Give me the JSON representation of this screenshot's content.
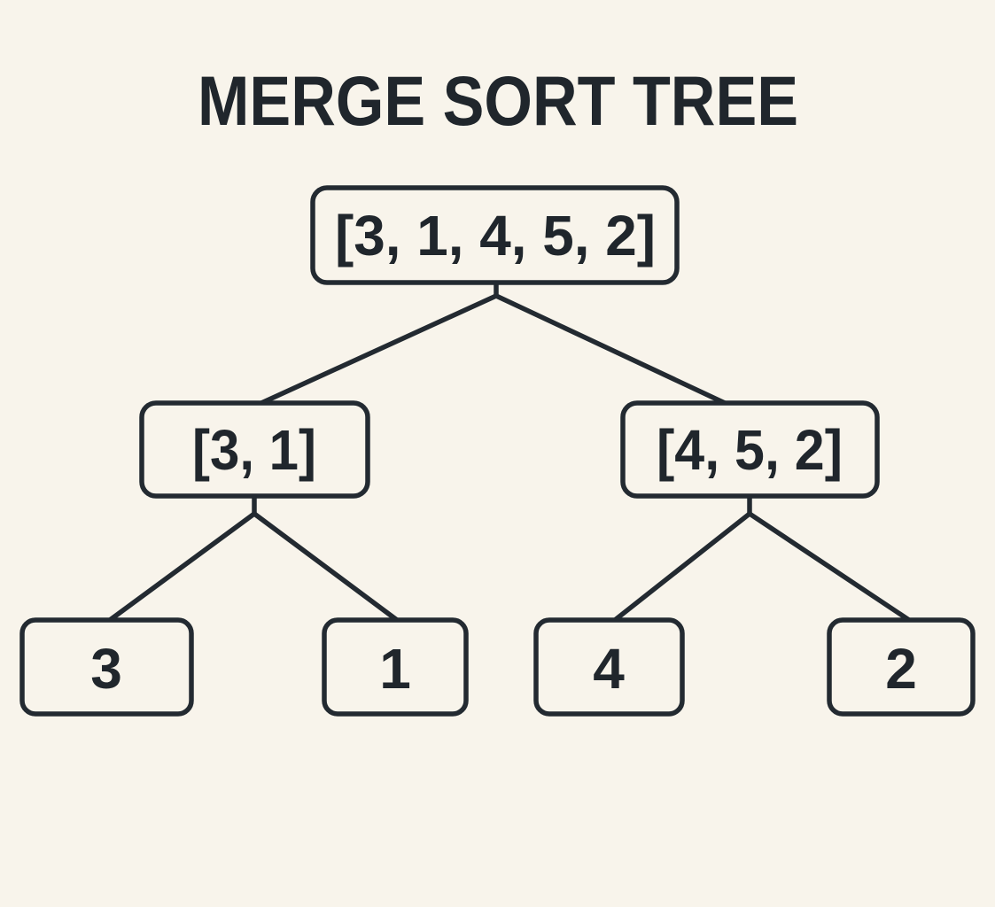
{
  "title": "MERGE SORT TREE",
  "colors": {
    "background": "#F8F4EB",
    "ink": "#232A31",
    "text": "#20262C"
  },
  "diagram": {
    "type": "tree",
    "algorithm": "merge sort",
    "input_array": "[3, 1, 4, 5, 2]",
    "nodes": [
      {
        "id": "root",
        "label": "[3, 1, 4, 5, 2]",
        "level": 0,
        "parent": null
      },
      {
        "id": "left",
        "label": "[3, 1]",
        "level": 1,
        "parent": "root"
      },
      {
        "id": "right",
        "label": "[4, 5, 2]",
        "level": 1,
        "parent": "root"
      },
      {
        "id": "leaf-3",
        "label": "3",
        "level": 2,
        "parent": "left"
      },
      {
        "id": "leaf-1",
        "label": "1",
        "level": 2,
        "parent": "left"
      },
      {
        "id": "leaf-4",
        "label": "4",
        "level": 2,
        "parent": "right"
      },
      {
        "id": "leaf-2",
        "label": "2",
        "level": 2,
        "parent": "right"
      }
    ],
    "edges": [
      {
        "from": "root",
        "to": "left"
      },
      {
        "from": "root",
        "to": "right"
      },
      {
        "from": "left",
        "to": "leaf-3"
      },
      {
        "from": "left",
        "to": "leaf-1"
      },
      {
        "from": "right",
        "to": "leaf-4"
      },
      {
        "from": "right",
        "to": "leaf-2"
      }
    ]
  }
}
